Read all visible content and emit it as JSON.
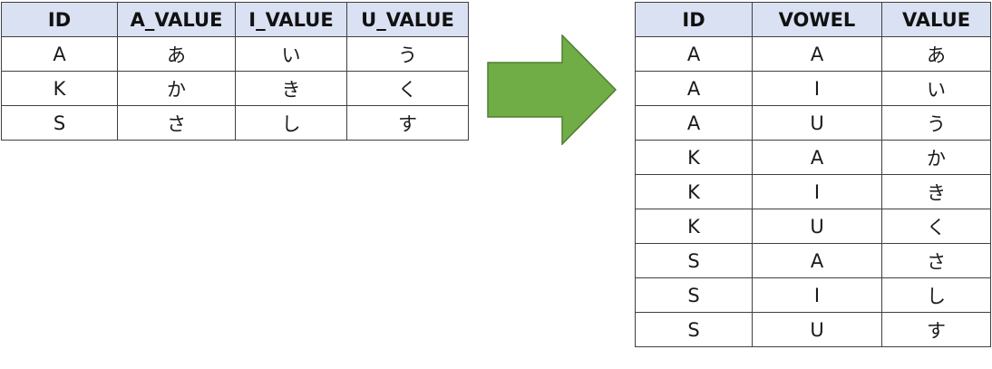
{
  "source_table": {
    "headers": [
      "ID",
      "A_VALUE",
      "I_VALUE",
      "U_VALUE"
    ],
    "rows": [
      [
        "A",
        "あ",
        "い",
        "う"
      ],
      [
        "K",
        "か",
        "き",
        "く"
      ],
      [
        "S",
        "さ",
        "し",
        "す"
      ]
    ]
  },
  "result_table": {
    "headers": [
      "ID",
      "VOWEL",
      "VALUE"
    ],
    "rows": [
      [
        "A",
        "A",
        "あ"
      ],
      [
        "A",
        "I",
        "い"
      ],
      [
        "A",
        "U",
        "う"
      ],
      [
        "K",
        "A",
        "か"
      ],
      [
        "K",
        "I",
        "き"
      ],
      [
        "K",
        "U",
        "く"
      ],
      [
        "S",
        "A",
        "さ"
      ],
      [
        "S",
        "I",
        "し"
      ],
      [
        "S",
        "U",
        "す"
      ]
    ]
  },
  "colors": {
    "header_fill": "#d9e1f2",
    "arrow_fill": "#70ad47",
    "arrow_stroke": "#507e32",
    "border": "#404040"
  },
  "icons": {
    "arrow": "right-arrow-icon"
  }
}
